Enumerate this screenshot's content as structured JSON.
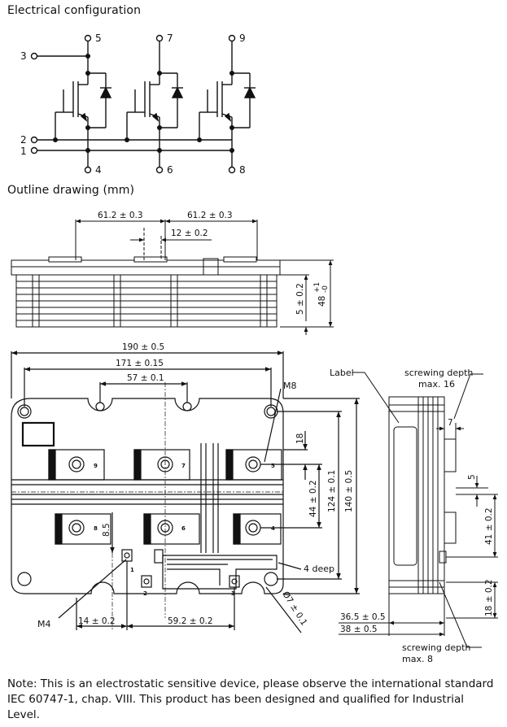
{
  "headings": {
    "electrical": "Electrical configuration",
    "outline": "Outline drawing (mm)"
  },
  "pins": {
    "p1": "1",
    "p2": "2",
    "p3": "3",
    "p4": "4",
    "p5": "5",
    "p6": "6",
    "p7": "7",
    "p8": "8",
    "p9": "9"
  },
  "dims": {
    "d61a": "61.2 ± 0.3",
    "d61b": "61.2 ± 0.3",
    "d12": "12 ± 0.2",
    "d5": "5 ± 0.2",
    "d48": "48",
    "d48tol_plus": "+1",
    "d48tol_minus": "-0",
    "d190": "190 ± 0.5",
    "d171": "171 ± 0.15",
    "d57": "57 ± 0.1",
    "d18": "18",
    "d44": "44 ± 0.2",
    "d124": "124 ± 0.1",
    "d140": "140 ± 0.5",
    "d14": "14 ± 0.2",
    "d59": "59.2 ± 0.2",
    "d85": "8.5",
    "d7dia": "Ø7 ± 0.1",
    "d7": "7",
    "d5side": "5",
    "d41": "41 ± 0.2",
    "d18side": "18 ± 0.2",
    "d365": "36.5 ± 0.5",
    "d38": "38 ± 0.5"
  },
  "labels": {
    "m8": "M8",
    "m4": "M4",
    "deep": "4 deep",
    "label": "Label",
    "screw16_l1": "screwing depth",
    "screw16_l2": "max. 16",
    "screw8_l1": "screwing depth",
    "screw8_l2": "max. 8"
  },
  "note": "Note: This is an electrostatic sensitive device, please observe the international standard IEC 60747-1, chap. VIII. This product has been designed and qualified for Industrial Level."
}
